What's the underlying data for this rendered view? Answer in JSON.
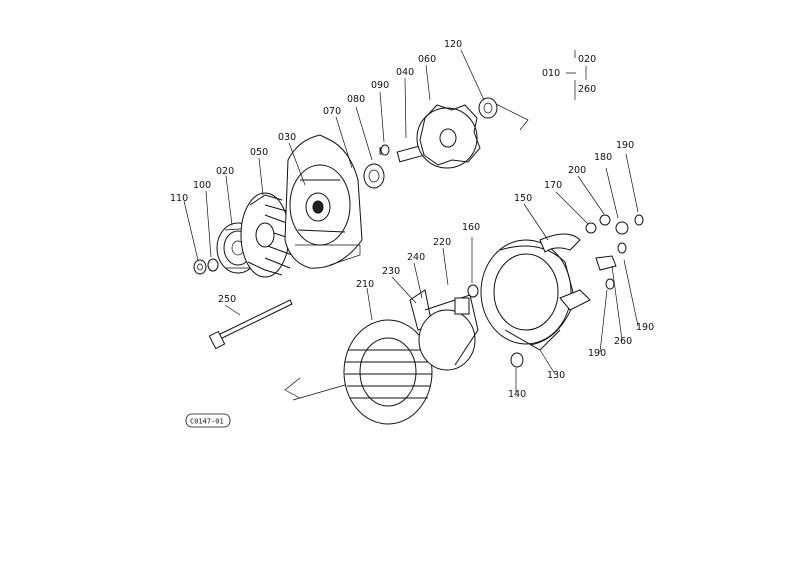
{
  "diagram": {
    "kind": "exploded parts view",
    "drawing_code": "C0147-01",
    "assembly_legend": {
      "parent": "010",
      "range_start": "020",
      "range_end": "260"
    },
    "callouts": {
      "p110": "110",
      "p100": "100",
      "p020": "020",
      "p050": "050",
      "p030": "030",
      "p070": "070",
      "p080": "080",
      "p090": "090",
      "p040": "040",
      "p060": "060",
      "p120": "120",
      "p250": "250",
      "p210": "210",
      "p230": "230",
      "p240": "240",
      "p220": "220",
      "p160": "160",
      "p150": "150",
      "p170": "170",
      "p200": "200",
      "p180": "180",
      "p190a": "190",
      "p190b": "190",
      "p190c": "190",
      "p260": "260",
      "p130": "130",
      "p140": "140"
    }
  }
}
